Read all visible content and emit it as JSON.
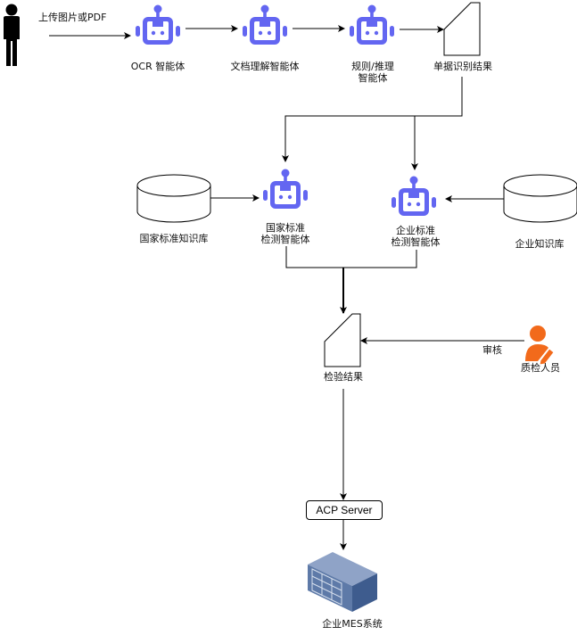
{
  "diagram": {
    "colors": {
      "agent": "#6366F1",
      "person_orange": "#F26A1B",
      "server_front": "#5E7AA8",
      "server_top": "#8FA3C7",
      "server_side": "#3E5C8E",
      "edge": "#000000"
    },
    "nodes": {
      "user": {
        "icon": "person-icon"
      },
      "upload_label": "上传图片或PDF",
      "ocr_agent": {
        "label": "OCR 智能体",
        "icon": "robot-icon"
      },
      "doc_agent": {
        "label": "文档理解智能体",
        "icon": "robot-icon"
      },
      "rule_agent": {
        "label_line1": "规则/推理",
        "label_line2": "智能体",
        "icon": "robot-icon"
      },
      "doc_result": {
        "label": "单据识别结果",
        "icon": "manual-input-shape"
      },
      "national_kb": {
        "label": "国家标准知识库",
        "icon": "database-icon"
      },
      "national_agent": {
        "label_line1": "国家标准",
        "label_line2": "检测智能体",
        "icon": "robot-icon"
      },
      "enterprise_agent": {
        "label_line1": "企业标准",
        "label_line2": "检测智能体",
        "icon": "robot-icon"
      },
      "enterprise_kb": {
        "label": "企业知识库",
        "icon": "database-icon"
      },
      "inspection_result": {
        "label": "检验结果",
        "icon": "manual-input-shape"
      },
      "inspector": {
        "label": "质检人员",
        "icon": "user-edit-icon"
      },
      "review_label": "审核",
      "acp_server": {
        "label": "ACP Server"
      },
      "mes_system": {
        "label": "企业MES系统",
        "icon": "server-icon"
      }
    }
  }
}
